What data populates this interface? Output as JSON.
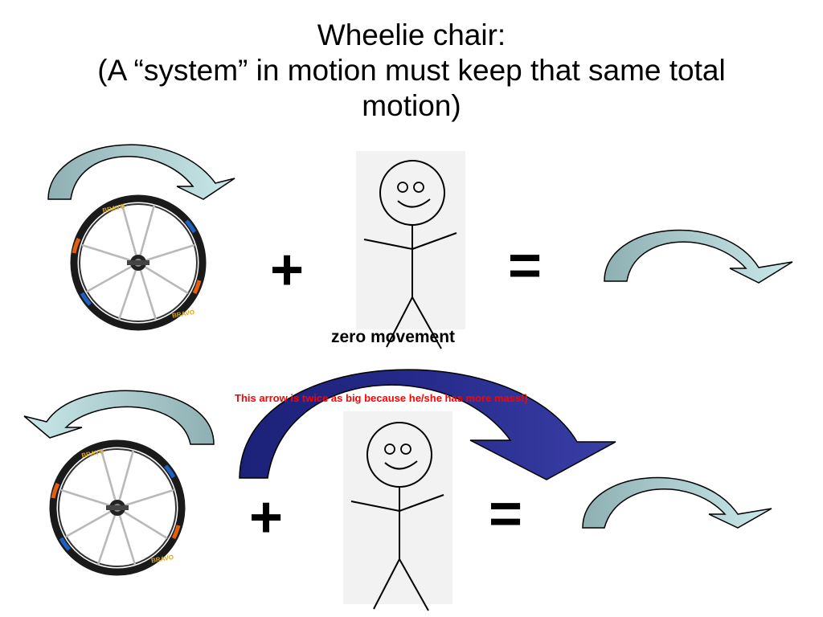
{
  "title": {
    "line1": "Wheelie chair:",
    "line2": "(A “system” in motion must keep that same total",
    "line3": "motion)"
  },
  "operators": {
    "plus": "+",
    "equals": "="
  },
  "row1": {
    "person_caption": "zero movement"
  },
  "row2": {
    "note": "This arrow is twice as big because he/she has more mass!)"
  },
  "wheel": {
    "rim_label": "BRAVO"
  },
  "colors": {
    "small_arrow_dark": "#8fb0b3",
    "small_arrow_light": "#bfe3e6",
    "big_arrow_light": "#2a2e8f",
    "big_arrow_dark": "#1a1f73",
    "note_text": "#ff0000",
    "person_background": "#f2f2f2"
  },
  "icons": [
    "wheel-icon",
    "stick-figure-icon",
    "curved-arrow-icon"
  ]
}
